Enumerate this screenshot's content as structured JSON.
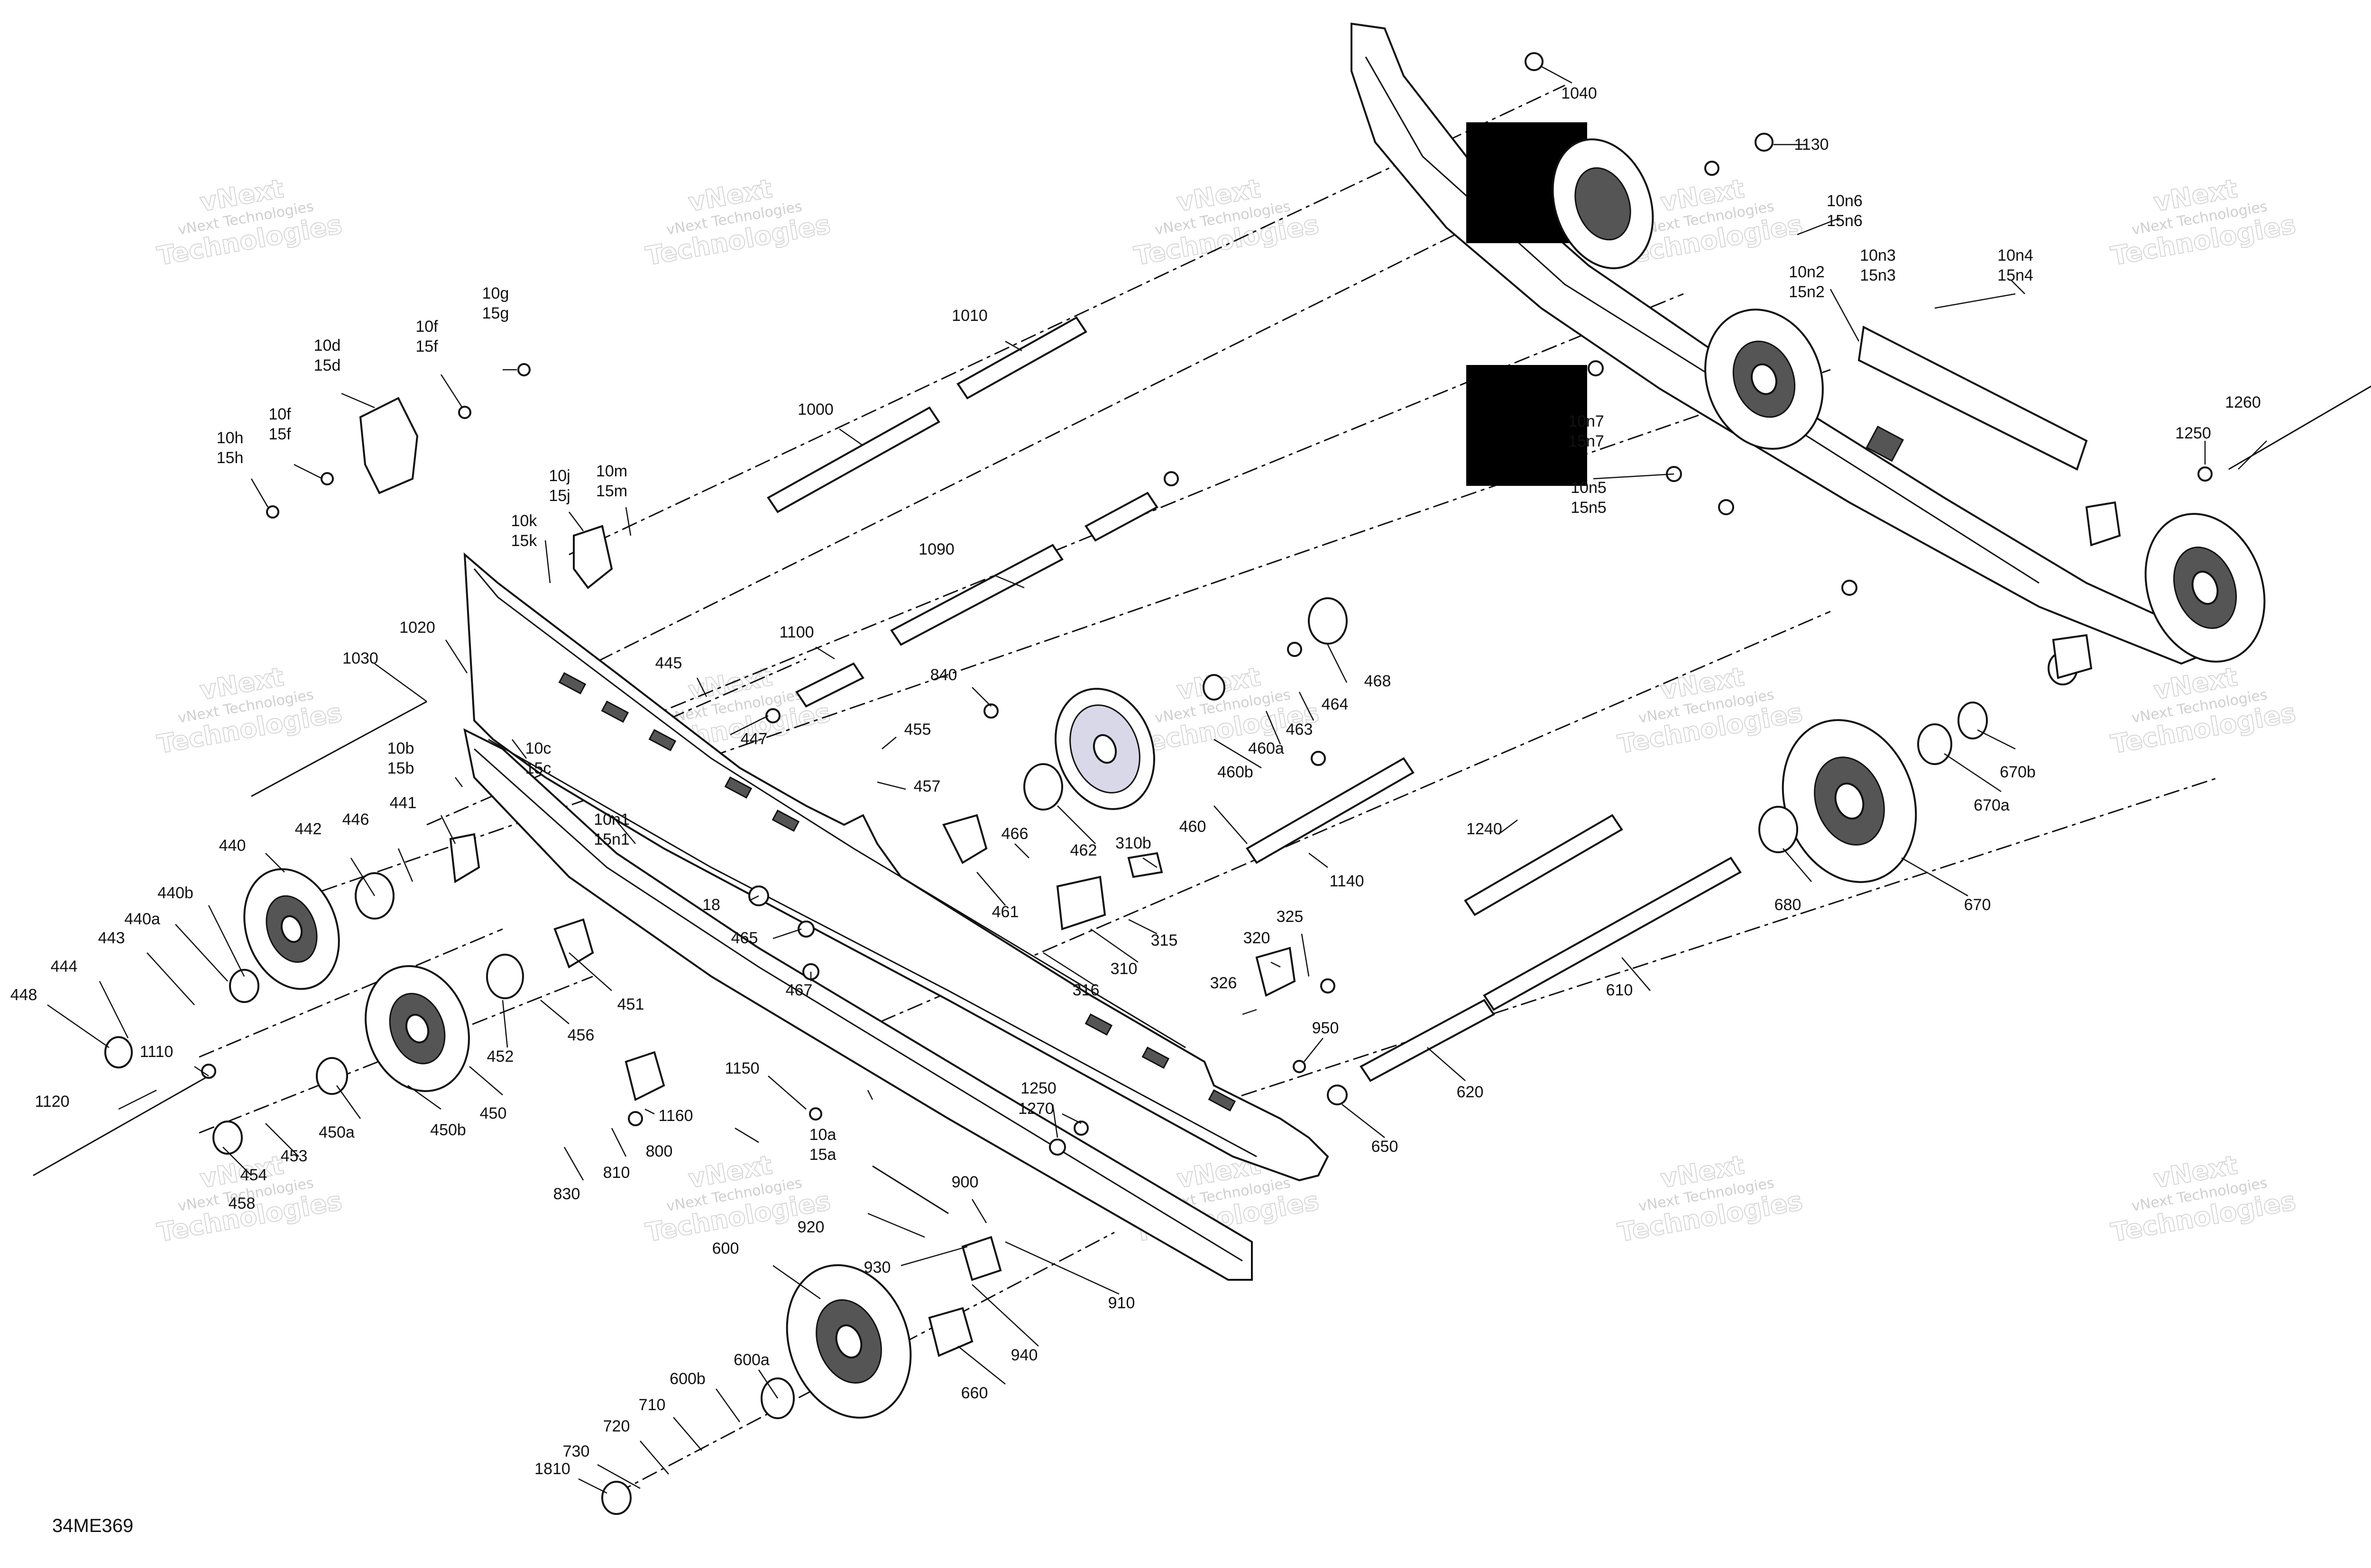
{
  "figure_ref": "34ME369",
  "watermark": {
    "line1": "vNext Technologies",
    "line2": "Technologies",
    "brand": "vNext"
  },
  "colors": {
    "ink": "#111111",
    "watermark": "#cfcfcf",
    "redaction": "#000000",
    "background": "#ffffff"
  },
  "callouts": [
    {
      "id": "c1040",
      "lines": [
        "1040"
      ]
    },
    {
      "id": "c1130",
      "lines": [
        "1130"
      ]
    },
    {
      "id": "c10n6",
      "lines": [
        "10n6",
        "15n6"
      ]
    },
    {
      "id": "c10n3",
      "lines": [
        "10n3",
        "15n3"
      ]
    },
    {
      "id": "c10n4",
      "lines": [
        "10n4",
        "15n4"
      ]
    },
    {
      "id": "c10n2",
      "lines": [
        "10n2",
        "15n2"
      ]
    },
    {
      "id": "c10n7",
      "lines": [
        "10n7",
        "15n7"
      ]
    },
    {
      "id": "c10n5",
      "lines": [
        "10n5",
        "15n5"
      ]
    },
    {
      "id": "c1260",
      "lines": [
        "1260"
      ]
    },
    {
      "id": "c1250a",
      "lines": [
        "1250"
      ]
    },
    {
      "id": "c1010",
      "lines": [
        "1010"
      ]
    },
    {
      "id": "c1000",
      "lines": [
        "1000"
      ]
    },
    {
      "id": "c1090",
      "lines": [
        "1090"
      ]
    },
    {
      "id": "c1100",
      "lines": [
        "1100"
      ]
    },
    {
      "id": "c10g",
      "lines": [
        "10g",
        "15g"
      ]
    },
    {
      "id": "c10f1",
      "lines": [
        "10f",
        "15f"
      ]
    },
    {
      "id": "c10d",
      "lines": [
        "10d",
        "15d"
      ]
    },
    {
      "id": "c10f2",
      "lines": [
        "10f",
        "15f"
      ]
    },
    {
      "id": "c10h",
      "lines": [
        "10h",
        "15h"
      ]
    },
    {
      "id": "c10j",
      "lines": [
        "10j",
        "15j"
      ]
    },
    {
      "id": "c10m",
      "lines": [
        "10m",
        "15m"
      ]
    },
    {
      "id": "c10k",
      "lines": [
        "10k",
        "15k"
      ]
    },
    {
      "id": "c1020",
      "lines": [
        "1020"
      ]
    },
    {
      "id": "c1030",
      "lines": [
        "1030"
      ]
    },
    {
      "id": "c445",
      "lines": [
        "445"
      ]
    },
    {
      "id": "c447",
      "lines": [
        "447"
      ]
    },
    {
      "id": "c840",
      "lines": [
        "840"
      ]
    },
    {
      "id": "c455",
      "lines": [
        "455"
      ]
    },
    {
      "id": "c457",
      "lines": [
        "457"
      ]
    },
    {
      "id": "c468",
      "lines": [
        "468"
      ]
    },
    {
      "id": "c464",
      "lines": [
        "464"
      ]
    },
    {
      "id": "c463",
      "lines": [
        "463"
      ]
    },
    {
      "id": "c460a",
      "lines": [
        "460a"
      ]
    },
    {
      "id": "c460b",
      "lines": [
        "460b"
      ]
    },
    {
      "id": "c460",
      "lines": [
        "460"
      ]
    },
    {
      "id": "c462",
      "lines": [
        "462"
      ]
    },
    {
      "id": "c466",
      "lines": [
        "466"
      ]
    },
    {
      "id": "c461",
      "lines": [
        "461"
      ]
    },
    {
      "id": "c310b",
      "lines": [
        "310b"
      ]
    },
    {
      "id": "c315",
      "lines": [
        "315"
      ]
    },
    {
      "id": "c310",
      "lines": [
        "310"
      ]
    },
    {
      "id": "c316",
      "lines": [
        "316"
      ]
    },
    {
      "id": "c1140",
      "lines": [
        "1140"
      ]
    },
    {
      "id": "c1240",
      "lines": [
        "1240"
      ]
    },
    {
      "id": "c320",
      "lines": [
        "320"
      ]
    },
    {
      "id": "c325",
      "lines": [
        "325"
      ]
    },
    {
      "id": "c326",
      "lines": [
        "326"
      ]
    },
    {
      "id": "c10b",
      "lines": [
        "10b",
        "15b"
      ]
    },
    {
      "id": "c10c",
      "lines": [
        "10c",
        "15c"
      ]
    },
    {
      "id": "c10n1",
      "lines": [
        "10n1",
        "15n1"
      ]
    },
    {
      "id": "c18",
      "lines": [
        "18"
      ]
    },
    {
      "id": "c465",
      "lines": [
        "465"
      ]
    },
    {
      "id": "c467",
      "lines": [
        "467"
      ]
    },
    {
      "id": "c441",
      "lines": [
        "441"
      ]
    },
    {
      "id": "c446",
      "lines": [
        "446"
      ]
    },
    {
      "id": "c442",
      "lines": [
        "442"
      ]
    },
    {
      "id": "c440",
      "lines": [
        "440"
      ]
    },
    {
      "id": "c440b",
      "lines": [
        "440b"
      ]
    },
    {
      "id": "c440a",
      "lines": [
        "440a"
      ]
    },
    {
      "id": "c443",
      "lines": [
        "443"
      ]
    },
    {
      "id": "c444",
      "lines": [
        "444"
      ]
    },
    {
      "id": "c448",
      "lines": [
        "448"
      ]
    },
    {
      "id": "c451",
      "lines": [
        "451"
      ]
    },
    {
      "id": "c456",
      "lines": [
        "456"
      ]
    },
    {
      "id": "c452",
      "lines": [
        "452"
      ]
    },
    {
      "id": "c450",
      "lines": [
        "450"
      ]
    },
    {
      "id": "c450b",
      "lines": [
        "450b"
      ]
    },
    {
      "id": "c450a",
      "lines": [
        "450a"
      ]
    },
    {
      "id": "c453",
      "lines": [
        "453"
      ]
    },
    {
      "id": "c454",
      "lines": [
        "454"
      ]
    },
    {
      "id": "c458",
      "lines": [
        "458"
      ]
    },
    {
      "id": "c1110",
      "lines": [
        "1110"
      ]
    },
    {
      "id": "c1120",
      "lines": [
        "1120"
      ]
    },
    {
      "id": "c1150",
      "lines": [
        "1150"
      ]
    },
    {
      "id": "c1160",
      "lines": [
        "1160"
      ]
    },
    {
      "id": "c800",
      "lines": [
        "800"
      ]
    },
    {
      "id": "c810",
      "lines": [
        "810"
      ]
    },
    {
      "id": "c830",
      "lines": [
        "830"
      ]
    },
    {
      "id": "c10a",
      "lines": [
        "10a",
        "15a"
      ]
    },
    {
      "id": "c1270",
      "lines": [
        "1270"
      ]
    },
    {
      "id": "c1250b",
      "lines": [
        "1250"
      ]
    },
    {
      "id": "c950",
      "lines": [
        "950"
      ]
    },
    {
      "id": "c650",
      "lines": [
        "650"
      ]
    },
    {
      "id": "c620",
      "lines": [
        "620"
      ]
    },
    {
      "id": "c610",
      "lines": [
        "610"
      ]
    },
    {
      "id": "c680",
      "lines": [
        "680"
      ]
    },
    {
      "id": "c670",
      "lines": [
        "670"
      ]
    },
    {
      "id": "c670a",
      "lines": [
        "670a"
      ]
    },
    {
      "id": "c670b",
      "lines": [
        "670b"
      ]
    },
    {
      "id": "c920",
      "lines": [
        "920"
      ]
    },
    {
      "id": "c900",
      "lines": [
        "900"
      ]
    },
    {
      "id": "c930",
      "lines": [
        "930"
      ]
    },
    {
      "id": "c910",
      "lines": [
        "910"
      ]
    },
    {
      "id": "c940",
      "lines": [
        "940"
      ]
    },
    {
      "id": "c660",
      "lines": [
        "660"
      ]
    },
    {
      "id": "c600",
      "lines": [
        "600"
      ]
    },
    {
      "id": "c600a",
      "lines": [
        "600a"
      ]
    },
    {
      "id": "c600b",
      "lines": [
        "600b"
      ]
    },
    {
      "id": "c710",
      "lines": [
        "710"
      ]
    },
    {
      "id": "c720",
      "lines": [
        "720"
      ]
    },
    {
      "id": "c730",
      "lines": [
        "730"
      ]
    },
    {
      "id": "c1810",
      "lines": [
        "1810"
      ]
    }
  ]
}
